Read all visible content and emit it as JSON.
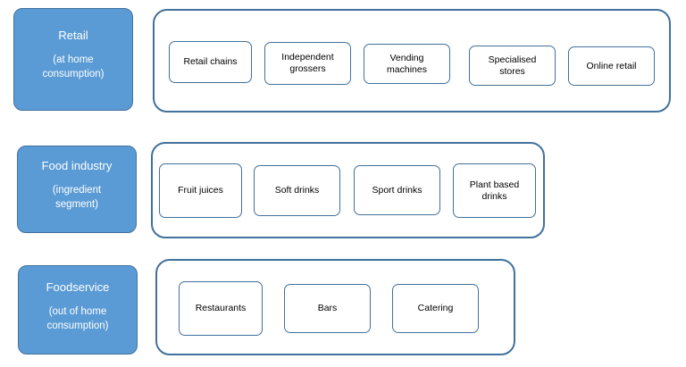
{
  "colors": {
    "category_fill": "#5b9bd5",
    "category_border": "#41719c",
    "group_border": "#41719c",
    "item_border": "#41719c"
  },
  "rows": [
    {
      "category": {
        "title": "Retail",
        "subtitle": "(at home\nconsumption)"
      },
      "items": [
        "Retail chains",
        "Independent\ngrossers",
        "Vending\nmachines",
        "Specialised\nstores",
        "Online retail"
      ]
    },
    {
      "category": {
        "title": "Food industry",
        "subtitle": "(ingredient\nsegment)"
      },
      "items": [
        "Fruit juices",
        "Soft drinks",
        "Sport drinks",
        "Plant based\ndrinks"
      ]
    },
    {
      "category": {
        "title": "Foodservice",
        "subtitle": "(out of home\nconsumption)"
      },
      "items": [
        "Restaurants",
        "Bars",
        "Catering"
      ]
    }
  ]
}
